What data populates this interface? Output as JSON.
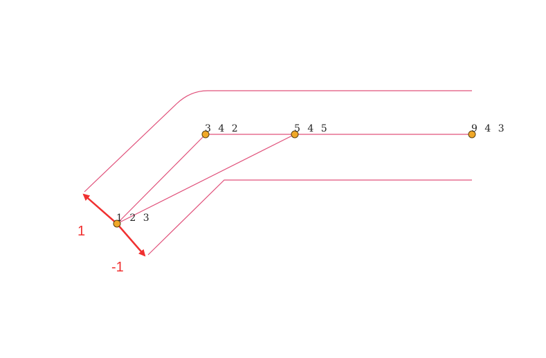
{
  "colors": {
    "boundary": "#e0507a",
    "edge": "#e0507a",
    "point_fill": "#f0a828",
    "point_stroke": "#5a4010",
    "arrow": "#f03030",
    "text": "#222222"
  },
  "points": [
    {
      "id": "p1",
      "label": "1 2 3"
    },
    {
      "id": "p2",
      "label": "3 4 2"
    },
    {
      "id": "p3",
      "label": "5 4 5"
    },
    {
      "id": "p4",
      "label": "9 4 3"
    }
  ],
  "edges": [
    [
      "p1",
      "p2"
    ],
    [
      "p1",
      "p3"
    ],
    [
      "p2",
      "p3"
    ],
    [
      "p3",
      "p4"
    ]
  ],
  "offset_arrows": [
    {
      "id": "positive",
      "label": "1"
    },
    {
      "id": "negative",
      "label": "-1"
    }
  ]
}
